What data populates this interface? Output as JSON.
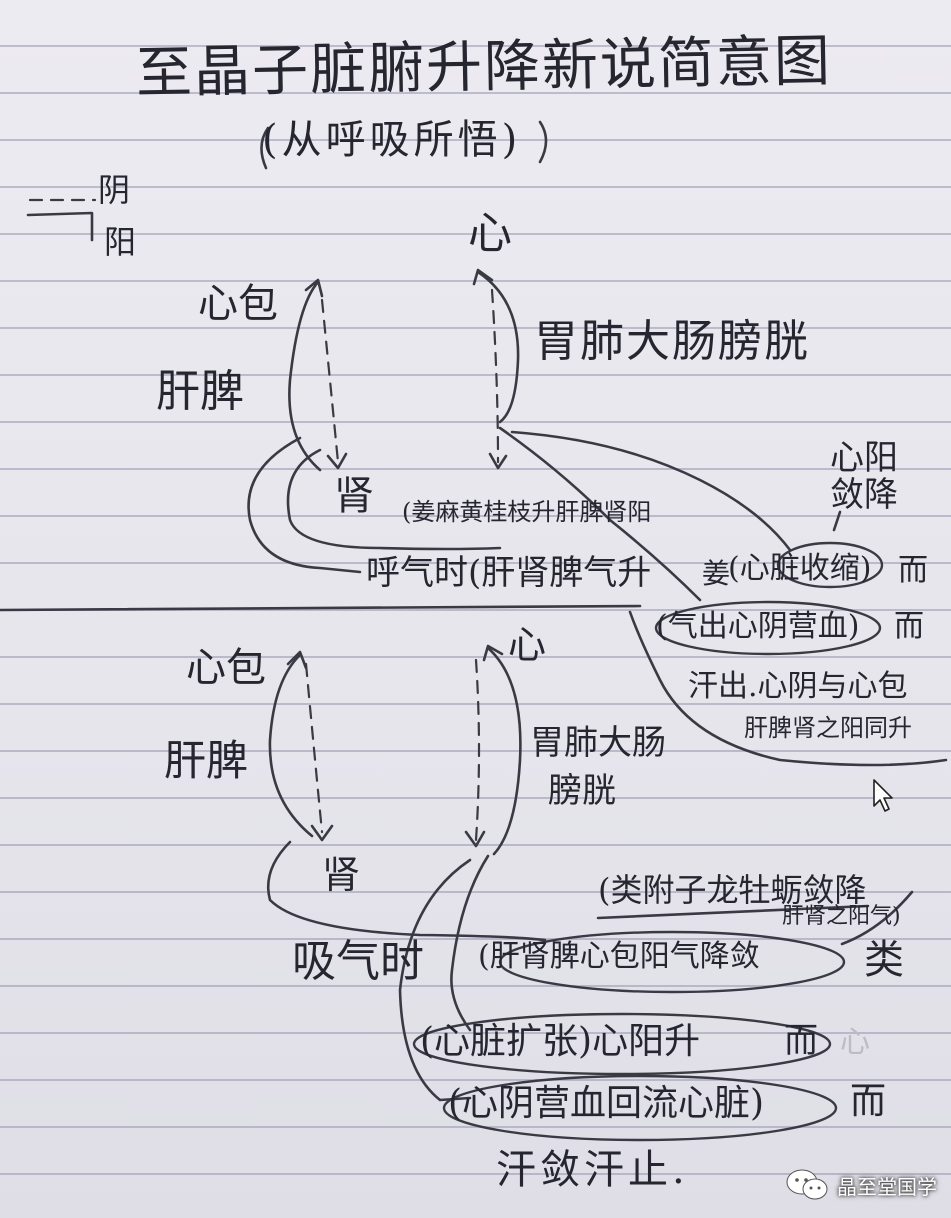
{
  "title": "至晶子脏腑升降新说简意图",
  "subtitle": "(从呼吸所悟)",
  "legend": {
    "dashed": "阴",
    "solid": "阳"
  },
  "top": {
    "heart": "心",
    "pericardium": "心包",
    "liver_spleen": "肝脾",
    "kidney": "肾",
    "fu": "胃肺大肠膀胱",
    "herbs": "(姜麻黄桂枝升肝脾肾阳",
    "exhale": "呼气时(肝肾脾气升",
    "contract": "(心脏收缩)",
    "contract_prefix": "姜",
    "contract_suffix": "而",
    "heart_yang": "心阳敛降",
    "blood": "(气出心阴营血)",
    "blood_suffix": "而",
    "sweat": "汗出.心阴与心包",
    "sweat2": "肝脾肾之阳同升"
  },
  "bottom": {
    "heart": "心",
    "pericardium": "心包",
    "liver_spleen": "肝脾",
    "kidney": "肾",
    "fu_line1": "胃肺大肠",
    "fu_line2": "膀胱",
    "herbs": "(类附子龙牡蛎敛降",
    "herbs2": "肝肾之阳气)",
    "inhale_label": "吸气时",
    "inhale": "(肝肾脾心包阳气降敛",
    "inhale_suffix": "类",
    "dilate": "(心脏扩张)心阳升",
    "dilate_suffix": "而",
    "dilate_faint": "心",
    "return": "(心阴营血回流心脏)",
    "return_suffix": "而",
    "stop_sweat": "汗敛汗止."
  },
  "watermark": "晶至堂国学",
  "icons": {
    "watermark": "wechat-icon",
    "cursor": "mouse-pointer-icon"
  }
}
